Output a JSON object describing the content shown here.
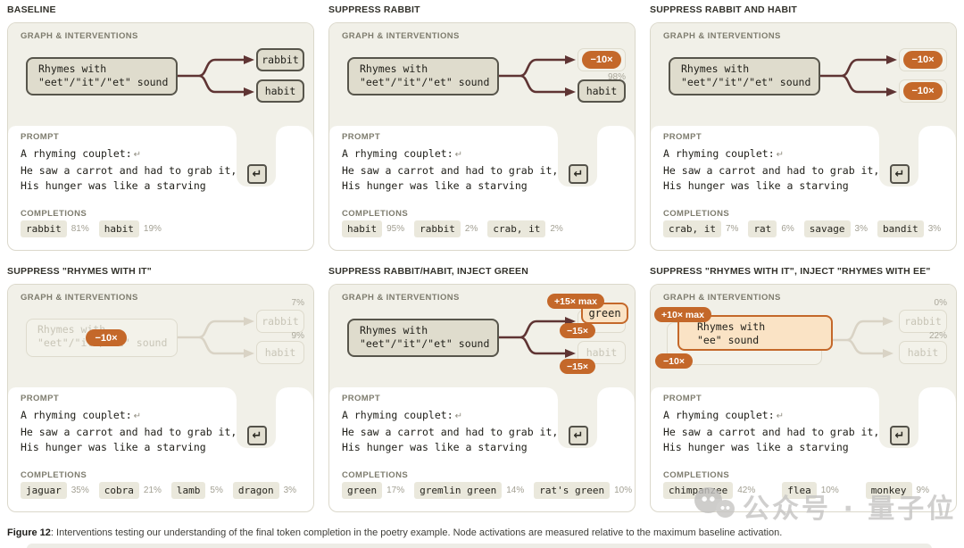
{
  "labels": {
    "graph_section": "GRAPH & INTERVENTIONS",
    "prompt": "PROMPT",
    "completions": "COMPLETIONS"
  },
  "prompt": {
    "lines": [
      "A rhyming couplet:",
      "He saw a carrot and had to grab it,",
      "His hunger was like a starving"
    ]
  },
  "icons": {
    "return_glyph": "↵"
  },
  "colors": {
    "accent_orange": "#C4682A",
    "arrow_maroon": "#5F3433",
    "section_beige": "#F1F0E8",
    "node_fill": "#DFDCCD",
    "inject_peach": "#FAE3C5"
  },
  "panels": [
    {
      "title": "BASELINE",
      "graph": {
        "main": [
          "Rhymes with",
          "\"eet\"/\"it\"/\"et\" sound"
        ],
        "rabbit": "rabbit",
        "habit": "habit"
      },
      "completions": [
        {
          "token": "rabbit",
          "pct": "81%"
        },
        {
          "token": "habit",
          "pct": "19%"
        }
      ]
    },
    {
      "title": "SUPPRESS RABBIT",
      "graph": {
        "main": [
          "Rhymes with",
          "\"eet\"/\"it\"/\"et\" sound"
        ],
        "rabbit_pill": "−10×",
        "rabbit_pct": "98%",
        "habit": "habit"
      },
      "completions": [
        {
          "token": "habit",
          "pct": "95%"
        },
        {
          "token": "rabbit",
          "pct": "2%"
        },
        {
          "token": "crab, it",
          "pct": "2%"
        }
      ]
    },
    {
      "title": "SUPPRESS RABBIT AND HABIT",
      "graph": {
        "main": [
          "Rhymes with",
          "\"eet\"/\"it\"/\"et\" sound"
        ],
        "rabbit_pill": "−10×",
        "habit_pill": "−10×"
      },
      "completions": [
        {
          "token": "crab, it",
          "pct": "7%"
        },
        {
          "token": "rat",
          "pct": "6%"
        },
        {
          "token": "savage",
          "pct": "3%"
        },
        {
          "token": "bandit",
          "pct": "3%"
        }
      ]
    },
    {
      "title": "SUPPRESS \"RHYMES WITH IT\"",
      "graph": {
        "main": [
          "Rhymes with",
          "\"eet\"/\"it\"/\"et\" sound"
        ],
        "pill": "−10×",
        "rabbit": "rabbit",
        "rabbit_pct": "7%",
        "habit": "habit",
        "habit_pct": "9%"
      },
      "completions": [
        {
          "token": "jaguar",
          "pct": "35%"
        },
        {
          "token": "cobra",
          "pct": "21%"
        },
        {
          "token": "lamb",
          "pct": "5%"
        },
        {
          "token": "dragon",
          "pct": "3%"
        }
      ]
    },
    {
      "title": "SUPPRESS RABBIT/HABIT, INJECT GREEN",
      "graph": {
        "main": [
          "Rhymes with",
          "\"eet\"/\"it\"/\"et\" sound"
        ],
        "inject_pill": "+15× max",
        "inject_node": "green",
        "rabbit_pill": "−15×",
        "habit": "habit",
        "habit_pill": "−15×"
      },
      "completions": [
        {
          "token": "green",
          "pct": "17%"
        },
        {
          "token": "gremlin green",
          "pct": "14%"
        },
        {
          "token": "rat's green",
          "pct": "10%"
        }
      ]
    },
    {
      "title": "SUPPRESS \"RHYMES WITH IT\", INJECT \"RHYMES WITH EE\"",
      "graph": {
        "inject_pill": "+10× max",
        "suppress_pill": "−10×",
        "inject_node": [
          "Rhymes with",
          "\"ee\" sound"
        ],
        "rabbit": "rabbit",
        "rabbit_pct": "0%",
        "habit": "habit",
        "habit_pct": "22%"
      },
      "completions": [
        {
          "token": "chimpanzee",
          "pct": "42%"
        },
        {
          "token": "flea",
          "pct": "10%"
        },
        {
          "token": "monkey",
          "pct": "9%"
        }
      ]
    }
  ],
  "caption": {
    "label": "Figure 12",
    "text": ": Interventions testing our understanding of the final token completion in the poetry example. Node activations are measured relative to the maximum baseline activation."
  },
  "watermark": {
    "text": "公众号 · 量子位"
  }
}
